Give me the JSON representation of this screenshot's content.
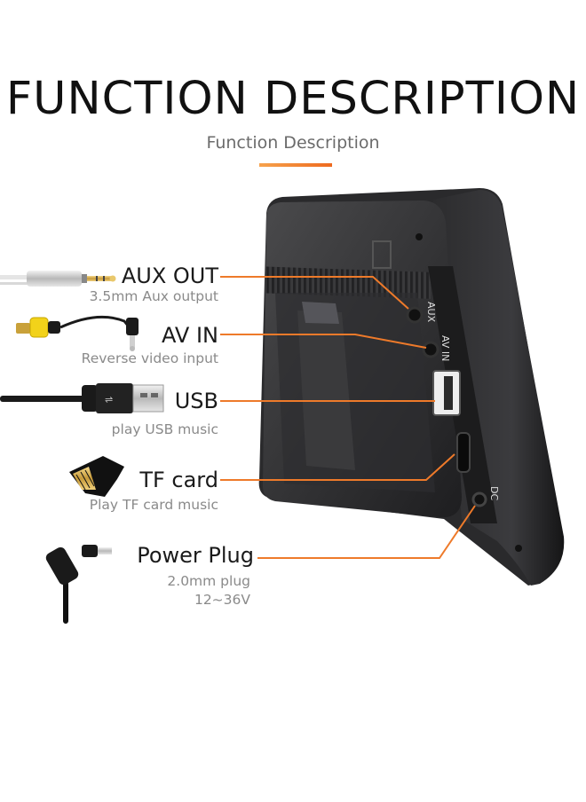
{
  "header": {
    "title": "FUNCTION DESCRIPTION",
    "subtitle": "Function Description"
  },
  "accent_color": "#ee7a2a",
  "ports": [
    {
      "label": "AUX OUT",
      "desc": [
        "3.5mm Aux output"
      ],
      "icon": "aux-jack-plug-icon"
    },
    {
      "label": "AV IN",
      "desc": [
        "Reverse video input"
      ],
      "icon": "rca-plug-icon"
    },
    {
      "label": "USB",
      "desc": [
        "play USB music"
      ],
      "icon": "usb-plug-icon"
    },
    {
      "label": "TF card",
      "desc": [
        "Play TF card music"
      ],
      "icon": "tf-card-icon"
    },
    {
      "label": "Power Plug",
      "desc": [
        "2.0mm plug",
        "12~36V"
      ],
      "icon": "power-plug-icon"
    }
  ],
  "device": {
    "port_labels": [
      "AUX",
      "AV IN",
      "DC"
    ]
  }
}
